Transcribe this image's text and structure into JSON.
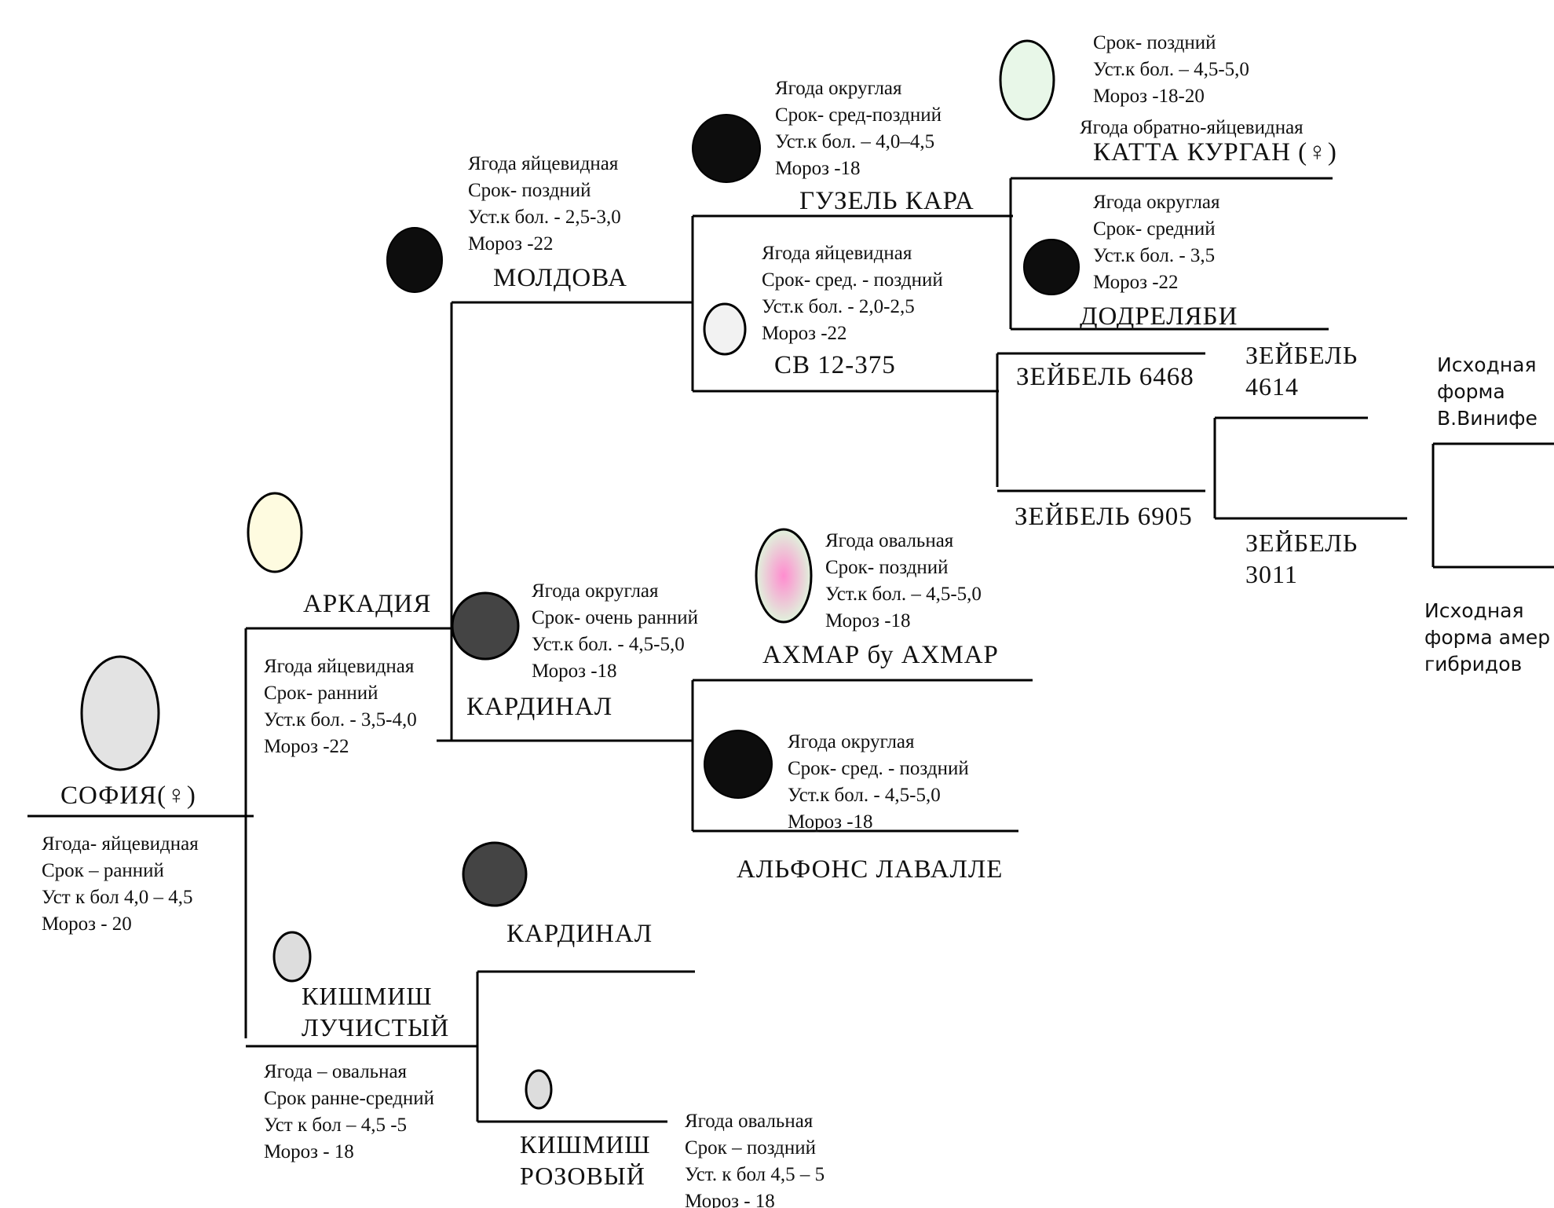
{
  "sofia": {
    "name": "СОФИЯ(♀)",
    "desc": [
      "Ягода- яйцевидная",
      "Срок – ранний",
      "Уст к бол 4,0 – 4,5",
      "Мороз - 20"
    ],
    "berry_color": "#e3e3e3"
  },
  "arkadia": {
    "name": "АРКАДИЯ",
    "desc": [
      "Ягода яйцевидная",
      "Срок-  ранний",
      "Уст.к бол. - 3,5-4,0",
      "Мороз -22"
    ],
    "berry_color": "#fefbe0"
  },
  "moldova": {
    "name": "МОЛДОВА",
    "desc": [
      "Ягода яйцевидная",
      "Срок-  поздний",
      "Уст.к бол. - 2,5-3,0",
      "Мороз -22"
    ],
    "berry_color": "#0d0d0d"
  },
  "guzel_kara": {
    "name": "ГУЗЕЛЬ КАРА",
    "desc": [
      "Ягода округлая",
      "Срок-  сред-поздний",
      "Уст.к бол. – 4,0–4,5",
      "Мороз -18"
    ],
    "berry_color": "#0d0d0d"
  },
  "katta_kurgan": {
    "name": "КАТТА КУРГАН (♀)",
    "desc": [
      "Срок-  поздний",
      "Уст.к бол. – 4,5-5,0",
      "Мороз -18-20",
      "Ягода  обратно-яйцевидная"
    ],
    "berry_color": "#e8f7e8"
  },
  "dodrelyabi": {
    "name": "ДОДРЕЛЯБИ",
    "desc": [
      "Ягода округлая",
      "Срок-  средний",
      "Уст.к бол. - 3,5",
      "Мороз -22"
    ],
    "berry_color": "#0d0d0d"
  },
  "sv": {
    "name": "СВ 12-375",
    "desc": [
      "Ягода яйцевидная",
      "Срок-  сред. - поздний",
      "Уст.к бол. - 2,0-2,5",
      "Мороз -22"
    ],
    "berry_color": "#f2f2f2"
  },
  "seibel6468": {
    "name": "ЗЕЙБЕЛЬ 6468"
  },
  "seibel6905": {
    "name": "ЗЕЙБЕЛЬ 6905"
  },
  "seibel4614": {
    "name": [
      "ЗЕЙБЕЛЬ",
      "4614"
    ]
  },
  "seibel3011": {
    "name": [
      "ЗЕЙБЕЛЬ",
      "3011"
    ]
  },
  "vinifera": {
    "text": [
      "Исходная",
      "форма",
      "В.Винифе"
    ]
  },
  "american": {
    "text": [
      "Исходная",
      "форма амер",
      "гибридов"
    ]
  },
  "kardinal": {
    "name": "КАРДИНАЛ",
    "desc": [
      "Ягода округлая",
      "Срок-  очень ранний",
      "Уст.к бол. - 4,5-5,0",
      "Мороз -18"
    ],
    "berry_color": "#444444"
  },
  "akhmar": {
    "name": "АХМАР бу АХМАР",
    "desc": [
      "Ягода овальная",
      "Срок-  поздний",
      "Уст.к бол. – 4,5-5,0",
      "Мороз -18"
    ],
    "berry_color_outer": "#e0f2dc",
    "berry_color_inner": "#ff8ccf"
  },
  "alfons": {
    "name": "АЛЬФОНС ЛАВАЛЛЕ",
    "desc": [
      "Ягода округлая",
      "Срок-  сред. - поздний",
      "Уст.к бол. - 4,5-5,0",
      "Мороз -18"
    ],
    "berry_color": "#0d0d0d"
  },
  "kardinal2": {
    "name": "КАРДИНАЛ",
    "berry_color": "#444444"
  },
  "kishmish_luch": {
    "name": [
      "КИШМИШ",
      "ЛУЧИСТЫЙ"
    ],
    "desc": [
      "Ягода – овальная",
      "Срок ранне-средний",
      "Уст к бол – 4,5 -5",
      "Мороз - 18"
    ],
    "berry_color": "#dddddd"
  },
  "kishmish_roz": {
    "name": [
      "КИШМИШ",
      "РОЗОВЫЙ"
    ],
    "desc": [
      "Ягода овальная",
      "Срок – поздний",
      "Уст. к бол 4,5 – 5",
      "Мороз - 18"
    ],
    "berry_color": "#dddddd"
  }
}
